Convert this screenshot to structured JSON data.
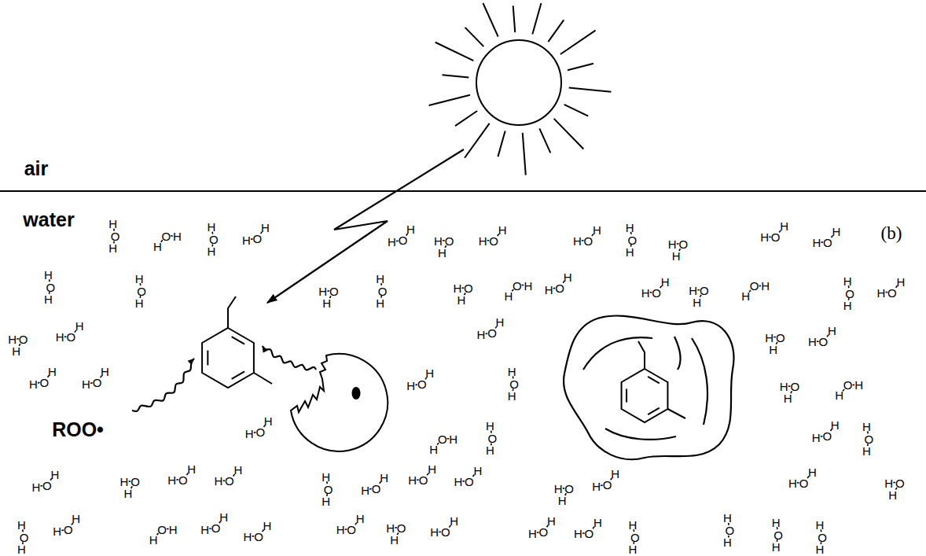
{
  "diagram": {
    "labels": [
      "air",
      "water",
      "(b)",
      "ROO•",
      "H",
      "O",
      "H",
      "H",
      "O",
      "H",
      "H",
      "O",
      "H",
      "H",
      "O",
      "H",
      "H",
      "O",
      "H",
      "H",
      "O",
      "H",
      "H",
      "O",
      "H",
      "H",
      "O",
      "H",
      "H",
      "O",
      "H",
      "H",
      "O",
      "H",
      "H",
      "O",
      "H",
      "H",
      "O",
      "H",
      "H",
      "O",
      "H",
      "H",
      "O",
      "H",
      "H",
      "O",
      "H",
      "H",
      "O",
      "H",
      "H",
      "O",
      "H",
      "H",
      "O",
      "H",
      "H",
      "O",
      "H",
      "H",
      "O",
      "H",
      "H",
      "O",
      "H",
      "H",
      "O",
      "H",
      "H",
      "O",
      "H",
      "H",
      "O",
      "H",
      "H",
      "O",
      "H",
      "H",
      "O",
      "H",
      "H",
      "O",
      "H",
      "H",
      "O",
      "H",
      "H",
      "O",
      "H",
      "H",
      "O",
      "H",
      "H",
      "O",
      "H",
      "H",
      "O",
      "H",
      "H",
      "O",
      "H",
      "H",
      "O",
      "H",
      "H",
      "O",
      "H",
      "H",
      "O",
      "H",
      "H",
      "O",
      "H",
      "H",
      "O",
      "H",
      "H",
      "O",
      "H",
      "H",
      "O",
      "H",
      "H",
      "O",
      "H",
      "H",
      "O",
      "H",
      "H",
      "O",
      "H",
      "H",
      "O",
      "H",
      "H",
      "O",
      "H",
      "H",
      "O",
      "H",
      "H",
      "O",
      "H",
      "H",
      "O",
      "H",
      "H",
      "O",
      "H",
      "H",
      "O",
      "H",
      "H",
      "O",
      "H",
      "H",
      "O",
      "H",
      "H",
      "O",
      "H",
      "H",
      "O",
      "H",
      "H",
      "O",
      "H",
      "H",
      "O",
      "H",
      "H",
      "O",
      "H",
      "H",
      "O",
      "H",
      "H",
      "O",
      "H",
      "H",
      "O",
      "H",
      "H",
      "O",
      "H",
      "H",
      "O",
      "H",
      "H",
      "O",
      "H",
      "H",
      "O",
      "H",
      "H",
      "O",
      "H",
      "H",
      "O",
      "H"
    ]
  }
}
